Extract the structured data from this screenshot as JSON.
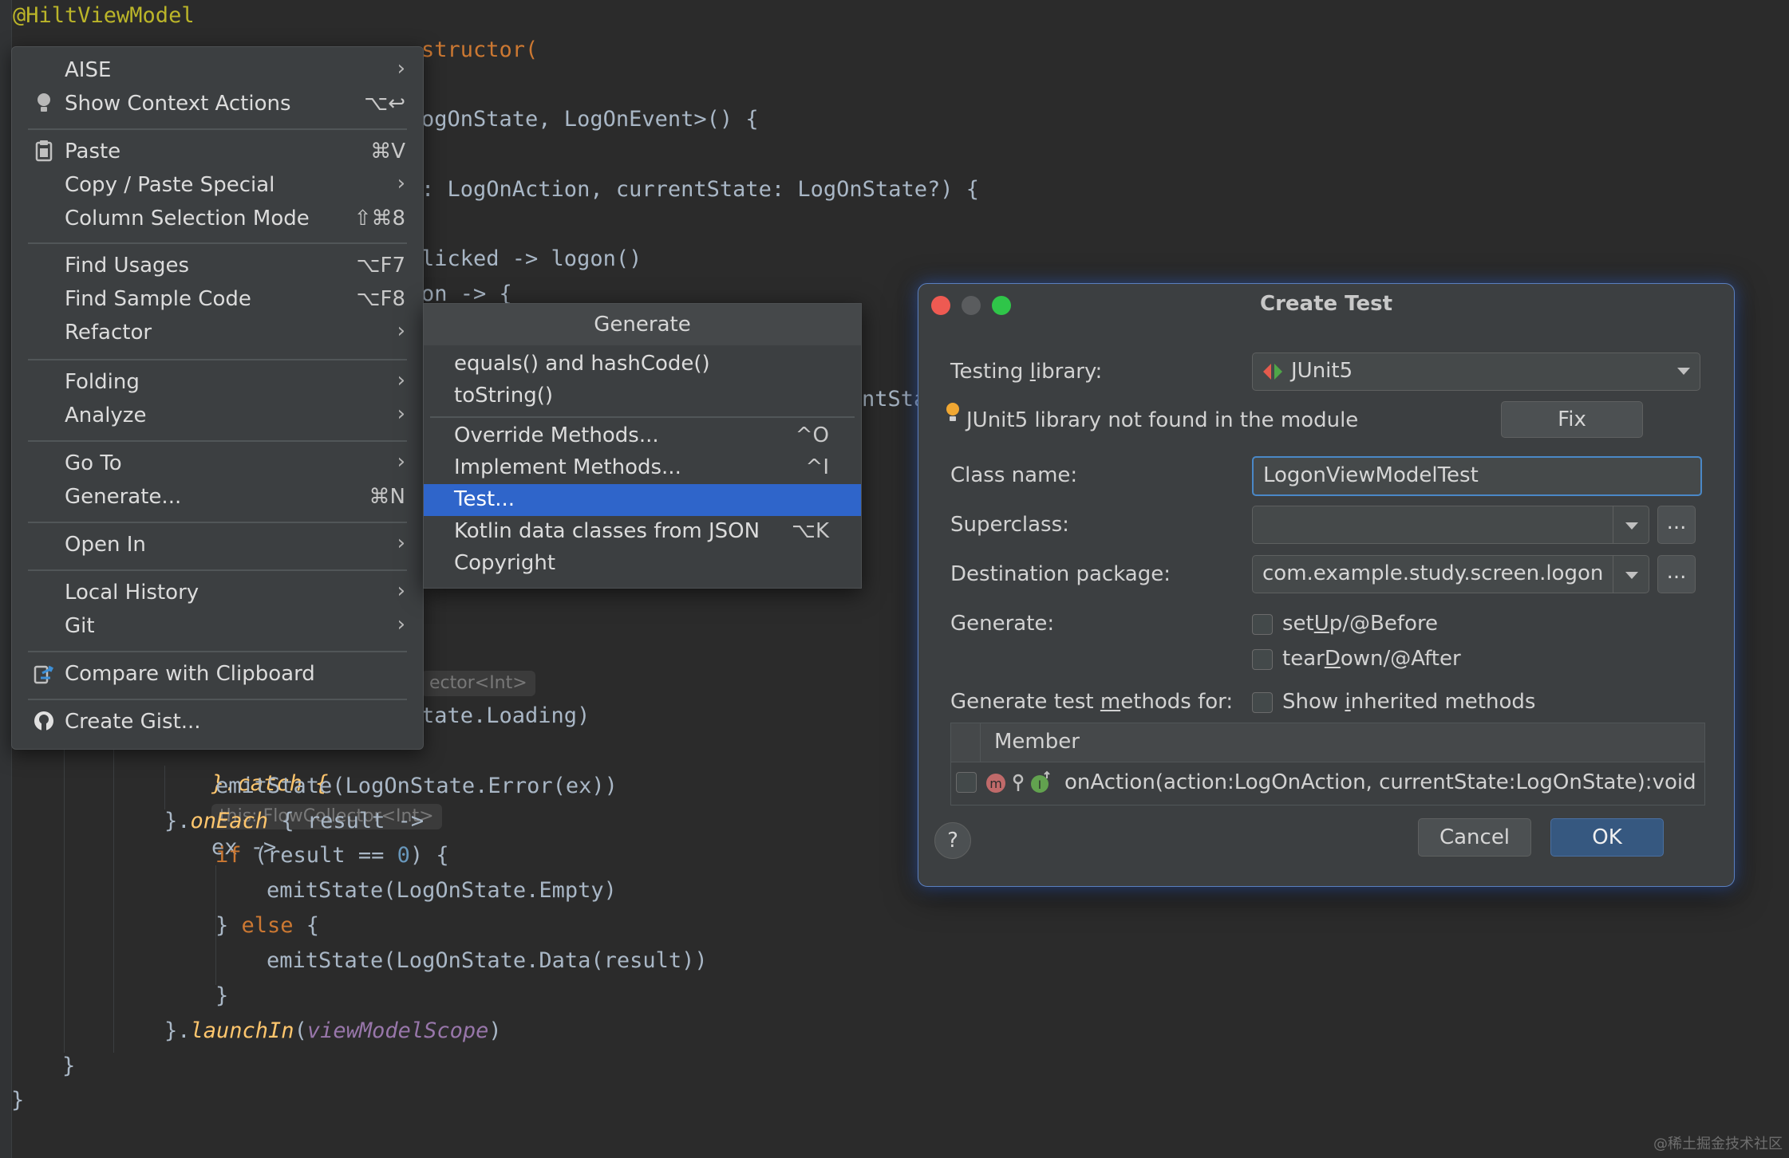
{
  "code": {
    "line1": "@HiltViewModel",
    "line2_visible": "structor(",
    "line3_visible": "ogOnState, LogOnEvent>() {",
    "line4_visible": ": LogOnAction, currentState: LogOnState?) {",
    "line5_visible": "licked -> logon()",
    "line6_visible": "on -> {",
    "line7_visible": "ntSta",
    "line8_hint": "ector<Int>",
    "line9_visible": "tate.Loading)",
    "line10_catch": "}.catch {",
    "line10_hint": "this: FlowCollector<Int>",
    "line10_rest": "ex ->",
    "line11": "emitState(LogOnState.Error(ex))",
    "line12_a": "}.",
    "line12_fn": "onEach",
    "line12_b": " { result ->",
    "line13_if": "if",
    "line13_a": " (result == ",
    "line13_num": "0",
    "line13_b": ") {",
    "line14": "emitState(LogOnState.Empty)",
    "line15_a": "} ",
    "line15_else": "else",
    "line15_b": " {",
    "line16": "emitState(LogOnState.Data(result))",
    "line17": "}",
    "line18_a": "}.",
    "line18_fn": "launchIn",
    "line18_paren_open": "(",
    "line18_prop": "viewModelScope",
    "line18_paren_close": ")",
    "line19": "}",
    "line20": "}"
  },
  "context_menu": {
    "items": [
      {
        "label": "AISE",
        "shortcut": "",
        "submenu": true
      },
      {
        "label": "Show Context Actions",
        "shortcut": "⌥↩",
        "submenu": false,
        "icon": "lightbulb-icon"
      },
      {
        "label": "Paste",
        "shortcut": "⌘V",
        "submenu": false,
        "icon": "clipboard-icon"
      },
      {
        "label": "Copy / Paste Special",
        "shortcut": "",
        "submenu": true
      },
      {
        "label": "Column Selection Mode",
        "shortcut": "⇧⌘8",
        "submenu": false
      },
      {
        "label": "Find Usages",
        "shortcut": "⌥F7",
        "submenu": false
      },
      {
        "label": "Find Sample Code",
        "shortcut": "⌥F8",
        "submenu": false
      },
      {
        "label": "Refactor",
        "shortcut": "",
        "submenu": true
      },
      {
        "label": "Folding",
        "shortcut": "",
        "submenu": true
      },
      {
        "label": "Analyze",
        "shortcut": "",
        "submenu": true
      },
      {
        "label": "Go To",
        "shortcut": "",
        "submenu": true
      },
      {
        "label": "Generate...",
        "shortcut": "⌘N",
        "submenu": false
      },
      {
        "label": "Open In",
        "shortcut": "",
        "submenu": true
      },
      {
        "label": "Local History",
        "shortcut": "",
        "submenu": true
      },
      {
        "label": "Git",
        "shortcut": "",
        "submenu": true
      },
      {
        "label": "Compare with Clipboard",
        "shortcut": "",
        "submenu": false,
        "icon": "compare-icon"
      },
      {
        "label": "Create Gist...",
        "shortcut": "",
        "submenu": false,
        "icon": "github-icon"
      }
    ],
    "submenu_arrow": "›"
  },
  "generate_popup": {
    "title": "Generate",
    "items": [
      {
        "label": "equals() and hashCode()",
        "shortcut": ""
      },
      {
        "label": "toString()",
        "shortcut": ""
      },
      {
        "label": "Override Methods...",
        "shortcut": "^O"
      },
      {
        "label": "Implement Methods...",
        "shortcut": "^I"
      },
      {
        "label": "Test...",
        "shortcut": "",
        "selected": true
      },
      {
        "label": "Kotlin data classes from JSON",
        "shortcut": "⌥K"
      },
      {
        "label": "Copyright",
        "shortcut": ""
      }
    ]
  },
  "dialog": {
    "title": "Create Test",
    "testing_library_label_pre": "Testing ",
    "testing_library_label_u": "l",
    "testing_library_label_post": "ibrary:",
    "testing_library_value": "JUnit5",
    "warning_text": "JUnit5 library not found in the module",
    "fix_label": "Fix",
    "class_name_label": "Class name:",
    "class_name_value": "LogonViewModelTest",
    "superclass_label": "Superclass:",
    "superclass_value": "",
    "destination_label": "Destination package:",
    "destination_value": "com.example.study.screen.logon",
    "browse_label": "...",
    "generate_label": "Generate:",
    "setup_pre": "set",
    "setup_u": "U",
    "setup_post": "p/@Before",
    "teardown_pre": "tear",
    "teardown_u": "D",
    "teardown_post": "own/@After",
    "methods_for_pre": "Generate test ",
    "methods_for_u": "m",
    "methods_for_post": "ethods for:",
    "show_inherited_pre": "Show ",
    "show_inherited_u": "i",
    "show_inherited_post": "nherited methods",
    "table_header": "Member",
    "member_row": "onAction(action:LogOnAction, currentState:LogOnState):void",
    "help_label": "?",
    "cancel_label": "Cancel",
    "ok_label": "OK"
  },
  "colors": {
    "editor_bg": "#2b2b2b",
    "menu_bg": "#3c3f41",
    "selection": "#2f65ca",
    "ok_button": "#365880",
    "keyword": "#cc7832",
    "annotation": "#bbb529"
  },
  "watermark": "@稀土掘金技术社区"
}
